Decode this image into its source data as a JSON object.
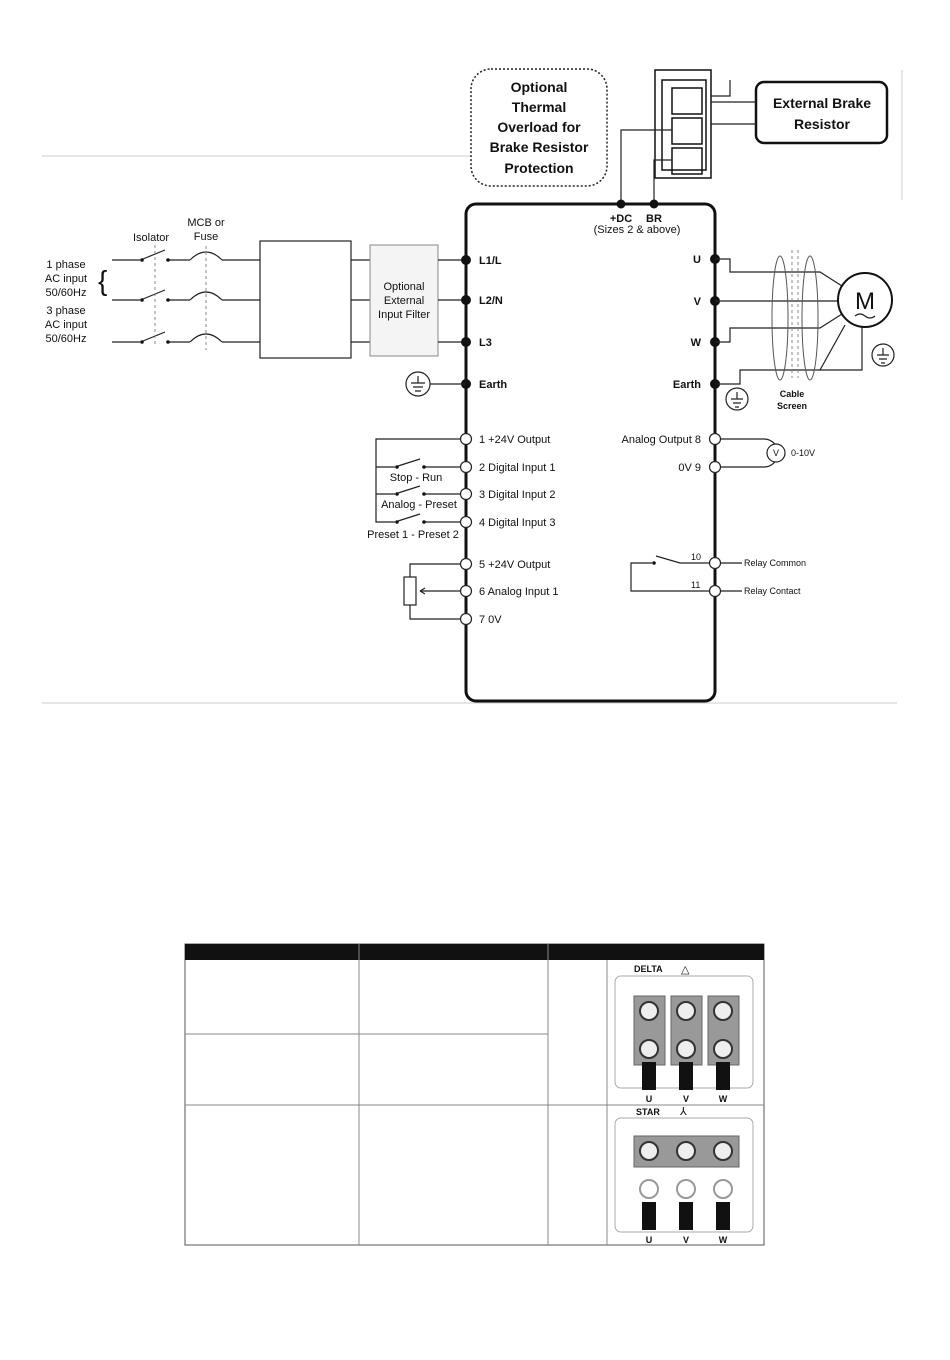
{
  "inputs": {
    "phase1": [
      "1 phase",
      "AC input",
      "50/60Hz"
    ],
    "phase3": [
      "3 phase",
      "AC input",
      "50/60Hz"
    ],
    "isolator": "Isolator",
    "mcb": [
      "MCB or",
      "Fuse"
    ],
    "filter": [
      "Optional",
      "External",
      "Input Filter"
    ]
  },
  "thermal": [
    "Optional",
    "Thermal",
    "Overload for",
    "Brake Resistor",
    "Protection"
  ],
  "brake": [
    "External Brake",
    "Resistor"
  ],
  "drive_top": {
    "dc": "+DC",
    "br": "BR",
    "sizes": "(Sizes 2 & above)"
  },
  "power_left": [
    "L1/L",
    "L2/N",
    "L3",
    "Earth"
  ],
  "power_right": [
    "U",
    "V",
    "W",
    "Earth"
  ],
  "motor": {
    "label": "M",
    "cable": [
      "Cable",
      "Screen"
    ]
  },
  "control_left": [
    "1 +24V Output",
    "2 Digital Input 1",
    "3 Digital Input 2",
    "4 Digital Input 3",
    "5 +24V Output",
    "6 Analog Input 1",
    "7 0V"
  ],
  "switches": [
    "Stop - Run",
    "Analog - Preset",
    "Preset 1 - Preset 2"
  ],
  "control_right": {
    "ao": "Analog Output 8",
    "ov": "0V 9",
    "vmeter": "V",
    "range": "0-10V"
  },
  "relay": {
    "n10": "10",
    "n11": "11",
    "common": "Relay Common",
    "contact": "Relay Contact"
  },
  "terminals": {
    "delta": "DELTA",
    "delta_sym": "△",
    "star": "STAR",
    "star_sym": "⅄",
    "labels": [
      "U",
      "V",
      "W"
    ]
  }
}
